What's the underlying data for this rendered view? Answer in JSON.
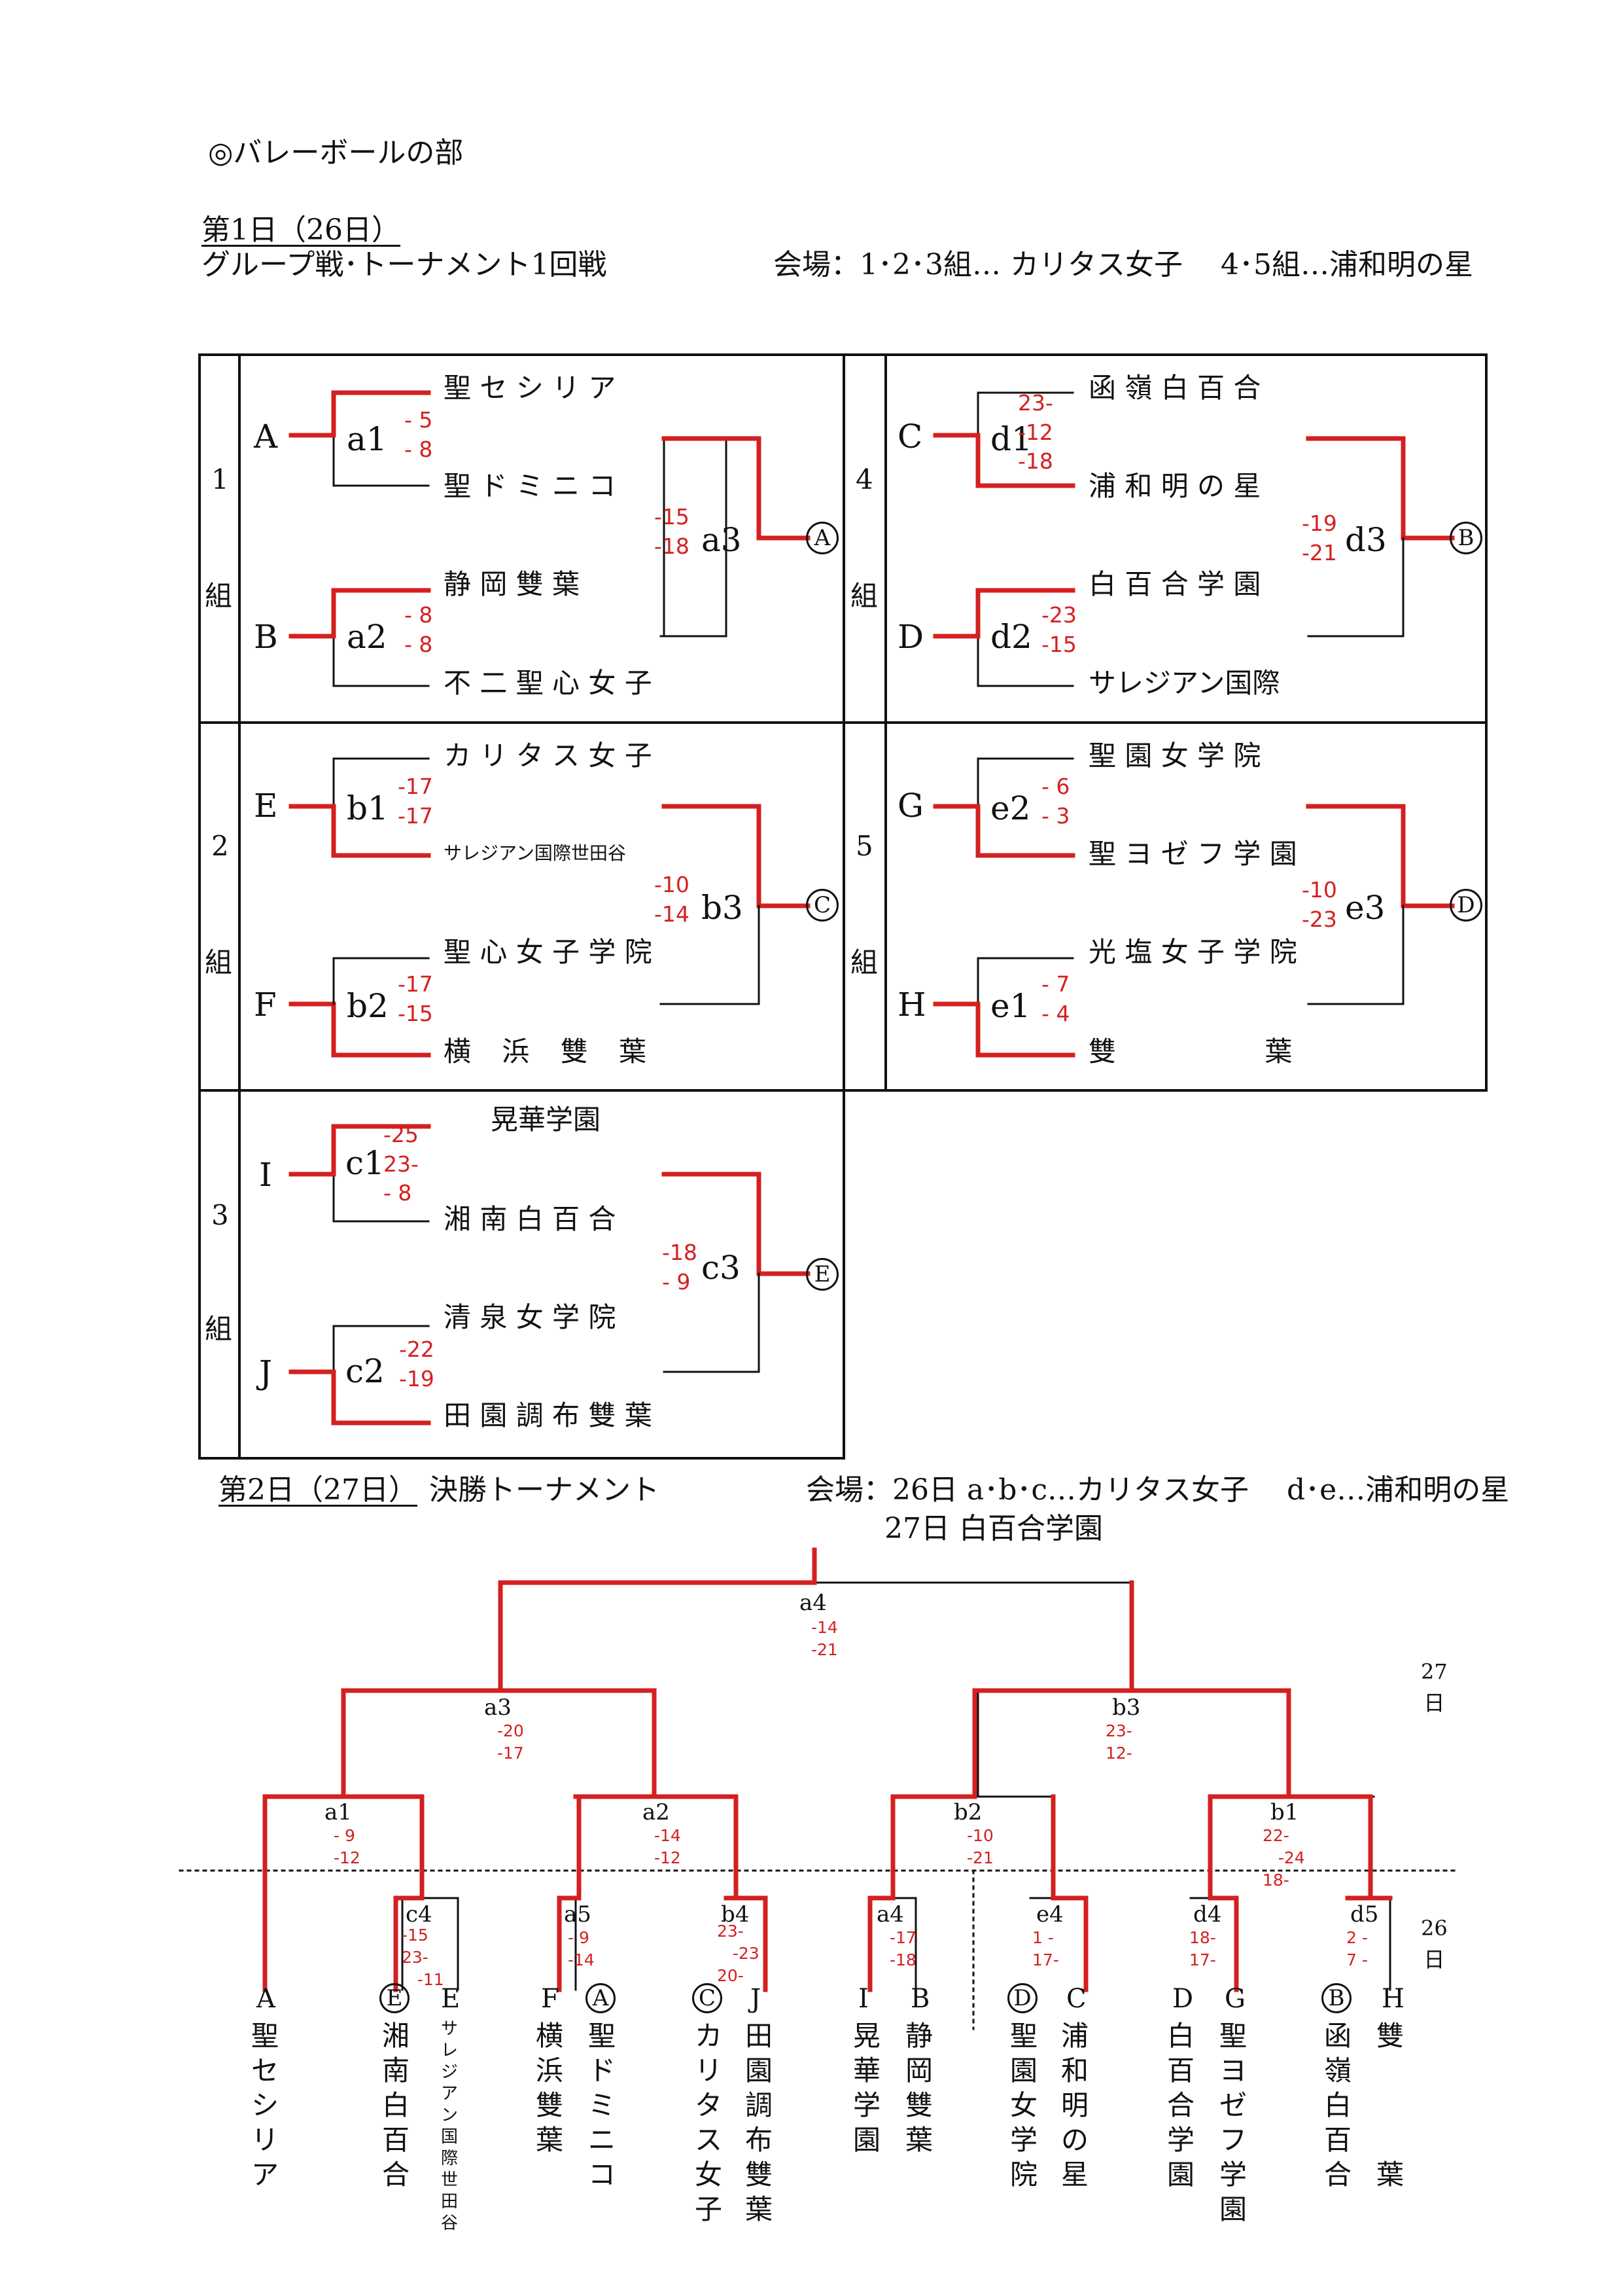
{
  "title": "◎バレーボールの部",
  "day1": {
    "heading": "第1日（26日）",
    "subheading": "グループ戦･トーナメント1回戦",
    "venue": "会場：1･2･3組… カリタス女子　 4･5組…浦和明の星"
  },
  "groups": [
    {
      "num": "1",
      "kanji": "組",
      "slots": [
        "A",
        "B"
      ],
      "matches": [
        {
          "id": "a1",
          "scores": "- 5\n- 8"
        },
        {
          "id": "a2",
          "scores": "- 8\n- 8"
        },
        {
          "id": "a3",
          "scores": "-15\n-18"
        }
      ],
      "teams": [
        "聖 セ シ リ ア",
        "聖 ド ミ ニ コ",
        "静 岡 雙 葉",
        "不 二 聖 心 女 子"
      ],
      "result": "A"
    },
    {
      "num": "2",
      "kanji": "組",
      "slots": [
        "E",
        "F"
      ],
      "matches": [
        {
          "id": "b1",
          "scores": "-17\n-17"
        },
        {
          "id": "b2",
          "scores": "-17\n-15"
        },
        {
          "id": "b3",
          "scores": "-10\n-14"
        }
      ],
      "teams": [
        "カ リ タ ス 女 子",
        "サレジアン国際世田谷",
        "聖 心 女 子 学 院",
        "横 浜 雙 葉"
      ],
      "result": "C"
    },
    {
      "num": "3",
      "kanji": "組",
      "slots": [
        "I",
        "J"
      ],
      "matches": [
        {
          "id": "c1",
          "scores": "-25\n23-\n- 8"
        },
        {
          "id": "c2",
          "scores": "-22\n-19"
        },
        {
          "id": "c3",
          "scores": "-18\n- 9"
        }
      ],
      "teams": [
        "晃華学園",
        "湘 南 白 百 合",
        "清 泉 女 学 院",
        "田 園 調 布 雙 葉"
      ],
      "result": "E"
    },
    {
      "num": "4",
      "kanji": "組",
      "slots": [
        "C",
        "D"
      ],
      "matches": [
        {
          "id": "d1",
          "scores": "23-\n-12\n-18"
        },
        {
          "id": "d2",
          "scores": "-23\n-15"
        },
        {
          "id": "d3",
          "scores": "-19\n-21"
        }
      ],
      "teams": [
        "函 嶺 白 百 合",
        "浦 和 明 の 星",
        "白 百 合 学 園",
        "サレジアン国際"
      ],
      "result": "B"
    },
    {
      "num": "5",
      "kanji": "組",
      "slots": [
        "G",
        "H"
      ],
      "matches": [
        {
          "id": "e2",
          "scores": "- 6\n- 3"
        },
        {
          "id": "e1",
          "scores": "- 7\n- 4"
        },
        {
          "id": "e3",
          "scores": "-10\n-23"
        }
      ],
      "teams": [
        "聖 園 女 学 院",
        "聖 ヨ ゼ フ 学 園",
        "光 塩 女 子 学 院",
        "雙 葉"
      ],
      "result": "D"
    }
  ],
  "day2": {
    "heading": "第2日（27日）",
    "subtitle": "決勝トーナメント",
    "venue1": "会場：26日 a･b･c…カリタス女子　 d･e…浦和明の星",
    "venue2": "27日 白百合学園",
    "day27_label": "27\n日",
    "day26_label": "26\n日",
    "matches": [
      {
        "id": "a4",
        "scores": "-14\n-21"
      },
      {
        "id": "a3",
        "scores": "-20\n-17"
      },
      {
        "id": "b3",
        "scores": "23-\n12-"
      },
      {
        "id": "a1",
        "scores": "- 9\n-12"
      },
      {
        "id": "a2",
        "scores": "-14\n-12"
      },
      {
        "id": "b2",
        "scores": "-10\n-21"
      },
      {
        "id": "b1",
        "scores": "22-\n   -24\n18-"
      },
      {
        "id": "c4",
        "scores": "-15\n23-\n   -11"
      },
      {
        "id": "a5",
        "scores": "- 9\n-14"
      },
      {
        "id": "b4",
        "scores": "23-\n   -23\n20-"
      },
      {
        "id": "a4b",
        "label": "a4",
        "scores": "-17\n-18"
      },
      {
        "id": "e4",
        "scores": "1 -\n17-"
      },
      {
        "id": "d4",
        "scores": "18-\n17-"
      },
      {
        "id": "d5",
        "scores": "2 -\n7 -"
      }
    ],
    "entrants": [
      {
        "slot": "A",
        "circled": false,
        "name": "聖セシリア"
      },
      {
        "slot": "E",
        "circled": true,
        "name": "湘南白百合"
      },
      {
        "slot": "E",
        "circled": false,
        "name": "サレジアン国際世田谷",
        "small": true
      },
      {
        "slot": "F",
        "circled": false,
        "name": "横浜雙葉"
      },
      {
        "slot": "A",
        "circled": true,
        "name": "聖ドミニコ"
      },
      {
        "slot": "C",
        "circled": true,
        "name": "カリタス女子"
      },
      {
        "slot": "J",
        "circled": false,
        "name": "田園調布雙葉"
      },
      {
        "slot": "I",
        "circled": false,
        "name": "晃華学園"
      },
      {
        "slot": "B",
        "circled": false,
        "name": "静岡雙葉"
      },
      {
        "slot": "D",
        "circled": true,
        "name": "聖園女学院"
      },
      {
        "slot": "C",
        "circled": false,
        "name": "浦和明の星"
      },
      {
        "slot": "D",
        "circled": false,
        "name": "白百合学園"
      },
      {
        "slot": "G",
        "circled": false,
        "name": "聖ヨゼフ学園"
      },
      {
        "slot": "B",
        "circled": true,
        "name": "函嶺白百合"
      },
      {
        "slot": "H",
        "circled": false,
        "name": "雙\n\n\n\n葉"
      }
    ]
  }
}
